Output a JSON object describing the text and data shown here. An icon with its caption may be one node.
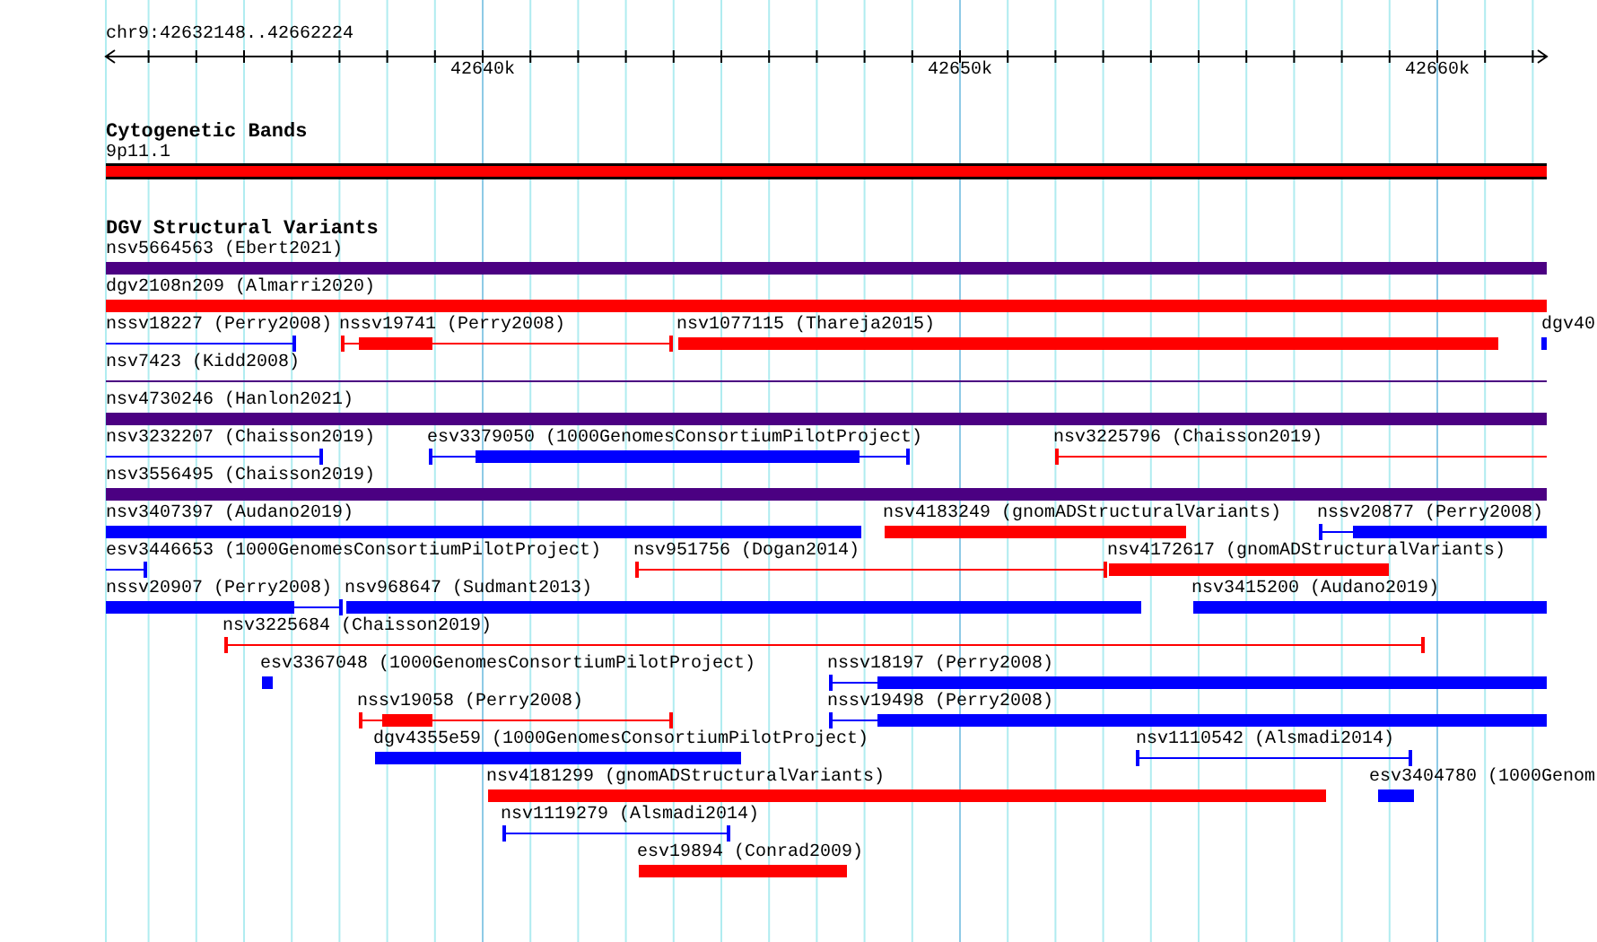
{
  "diagram": {
    "nodes": [
      {
        "text": [
          "9p11.1"
        ]
      },
      {
        "text": [
          "nsv5664563 (Ebert2021)"
        ]
      },
      {
        "text": [
          "dgv2108n209 (Almarri2020)"
        ]
      },
      {
        "text": [
          "nssv18227 (Perry2008)"
        ]
      },
      {
        "text": [
          "nssv19741 (Perry2008)"
        ]
      },
      {
        "text": [
          "nsv1077115 (Thareja2015)"
        ]
      },
      {
        "text": [
          "dgv40"
        ]
      },
      {
        "text": [
          "nsv7423 (Kidd2008)"
        ]
      },
      {
        "text": [
          "nsv4730246 (Hanlon2021)"
        ]
      },
      {
        "text": [
          "nsv3232207 (Chaisson2019)"
        ]
      },
      {
        "text": [
          "esv3379050 (1000GenomesConsortiumPilotProject)"
        ]
      },
      {
        "text": [
          "nsv3225796 (Chaisson2019)"
        ]
      },
      {
        "text": [
          "nsv3556495 (Chaisson2019)"
        ]
      },
      {
        "text": [
          "nsv3407397 (Audano2019)"
        ]
      },
      {
        "text": [
          "nsv4183249 (gnomADStructuralVariants)"
        ]
      },
      {
        "text": [
          "nssv20877 (Perry2008)"
        ]
      },
      {
        "text": [
          "esv3446653 (1000GenomesConsortiumPilotProject)"
        ]
      },
      {
        "text": [
          "nsv951756 (Dogan2014)"
        ]
      },
      {
        "text": [
          "nsv4172617 (gnomADStructuralVariants)"
        ]
      },
      {
        "text": [
          "nssv20907 (Perry2008)"
        ]
      },
      {
        "text": [
          "nsv968647 (Sudmant2013)"
        ]
      },
      {
        "text": [
          "nsv3415200 (Audano2019)"
        ]
      },
      {
        "text": [
          "nsv3225684 (Chaisson2019)"
        ]
      },
      {
        "text": [
          "esv3367048 (1000GenomesConsortiumPilotProject)"
        ]
      },
      {
        "text": [
          "nssv18197 (Perry2008)"
        ]
      },
      {
        "text": [
          "nssv19058 (Perry2008)"
        ]
      },
      {
        "text": [
          "nssv19498 (Perry2008)"
        ]
      },
      {
        "text": [
          "dgv4355e59 (1000GenomesConsortiumPilotProject)"
        ]
      },
      {
        "text": [
          "nsv1110542 (Alsmadi2014)"
        ]
      },
      {
        "text": [
          "nsv4181299 (gnomADStructuralVariants)"
        ]
      },
      {
        "text": [
          "esv3404780 (1000Genom"
        ]
      },
      {
        "text": [
          "nsv1119279 (Alsmadi2014)"
        ]
      },
      {
        "text": [
          "esv19894 (Conrad2009)"
        ]
      }
    ],
    "labels": [
      "chr9:42632148..42662224",
      "42640k",
      "42650k",
      "42660k",
      "Cytogenetic Bands",
      "DGV Structural Variants"
    ]
  }
}
